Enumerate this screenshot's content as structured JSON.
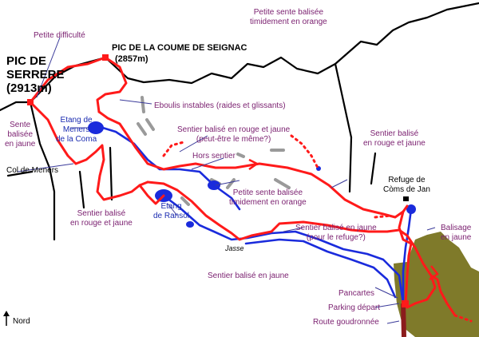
{
  "labels": {
    "pic_serrere": "PIC DE\nSERRERE\n(2913m)",
    "petite_difficulte": "Petite difficulté",
    "pic_coume_name": "PIC DE LA COUME DE SEIGNAC",
    "pic_coume_alt": "(2857m)",
    "sente_orange_top": "Petite sente balisée\ntimidement en orange",
    "eboulis": "Eboulis instables (raides et glissants)",
    "sente_balisee_jaune": "Sente\nbalisée\nen jaune",
    "etang_meners": "Etang de\nMeners\nde la Coma",
    "sentier_rouge_jaune_1": "Sentier balisé en rouge et jaune\n(peut-être le même?)",
    "sentier_rouge_jaune_2": "Sentier balisé\nen rouge et jaune",
    "hors_sentier": "Hors sentier",
    "col_meners": "Col de Meners",
    "refuge": "Refuge de\nCòms de Jan",
    "sente_orange_mid": "Petite sente balisée\ntimidement en orange",
    "etang_ransol": "Etang\nde Ransol",
    "sentier_rouge_jaune_3": "Sentier balisé\nen rouge et jaune",
    "sentier_jaune_refuge": "Sentier balisé en jaune\n(pour le refuge?)",
    "balisage_jaune": "Balisage\nen jaune",
    "jasse": "Jasse",
    "sentier_jaune": "Sentier balisé en jaune",
    "pancartes": "Pancartes",
    "parking": "Parking départ",
    "route": "Route goudronnée",
    "nord": "Nord"
  },
  "colors": {
    "red_trail": "#ff1a1a",
    "blue_trail": "#1a2bdc",
    "ridge": "#000000",
    "label_text": "#7a1f6f",
    "blue_text": "#1a2bb0",
    "forest": "#7f7a2a",
    "road": "#8b1c1c",
    "scree": "#9a9a9a"
  },
  "icons": {
    "north_arrow": "north-arrow-icon",
    "summit": "summit-marker-icon",
    "refuge": "refuge-icon",
    "parking": "parking-marker-icon"
  }
}
